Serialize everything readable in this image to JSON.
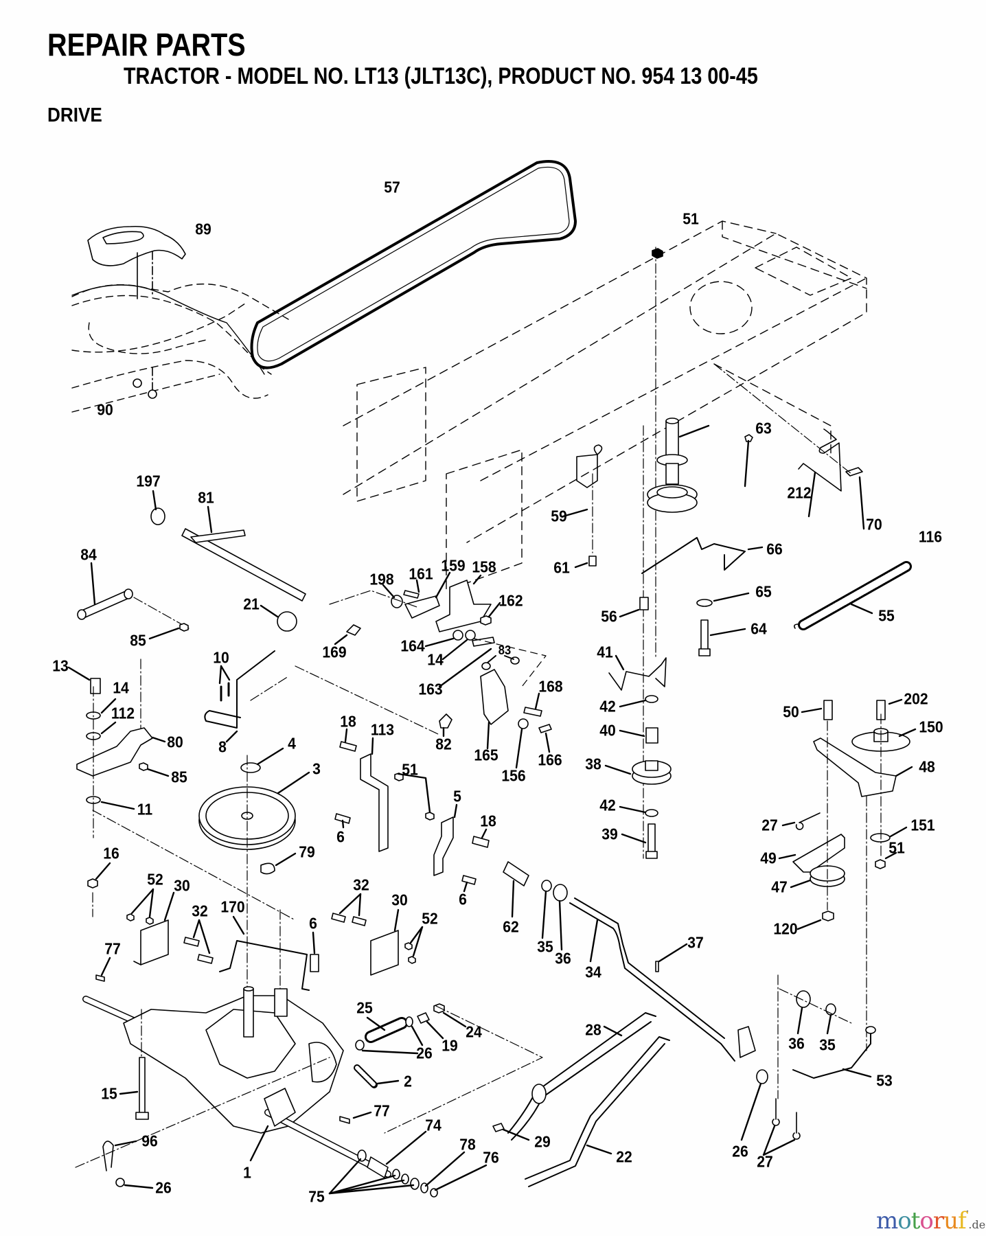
{
  "header": {
    "title": "REPAIR PARTS",
    "subtitle": "TRACTOR - MODEL NO. LT13 (JLT13C), PRODUCT NO. 954 13 00-45",
    "section": "DRIVE"
  },
  "watermark": {
    "letters": [
      {
        "ch": "m",
        "color": "#3d5ba9"
      },
      {
        "ch": "o",
        "color": "#3e8fa0"
      },
      {
        "ch": "t",
        "color": "#46a04a"
      },
      {
        "ch": "o",
        "color": "#d9508e"
      },
      {
        "ch": "r",
        "color": "#e0552a"
      },
      {
        "ch": "u",
        "color": "#e88a20"
      },
      {
        "ch": "f",
        "color": "#e8b820"
      }
    ],
    "suffix": ".de"
  },
  "callouts": [
    {
      "id": "57",
      "text": "57"
    },
    {
      "id": "89",
      "text": "89"
    },
    {
      "id": "51a",
      "text": "51"
    },
    {
      "id": "90",
      "text": "90"
    },
    {
      "id": "63",
      "text": "63"
    },
    {
      "id": "212",
      "text": "212"
    },
    {
      "id": "70",
      "text": "70"
    },
    {
      "id": "116",
      "text": "116"
    },
    {
      "id": "59",
      "text": "59"
    },
    {
      "id": "66",
      "text": "66"
    },
    {
      "id": "61",
      "text": "61"
    },
    {
      "id": "197",
      "text": "197"
    },
    {
      "id": "81",
      "text": "81"
    },
    {
      "id": "84",
      "text": "84"
    },
    {
      "id": "198",
      "text": "198"
    },
    {
      "id": "161",
      "text": "161"
    },
    {
      "id": "159",
      "text": "159"
    },
    {
      "id": "158",
      "text": "158"
    },
    {
      "id": "162",
      "text": "162"
    },
    {
      "id": "21",
      "text": "21"
    },
    {
      "id": "85a",
      "text": "85"
    },
    {
      "id": "169",
      "text": "169"
    },
    {
      "id": "164",
      "text": "164"
    },
    {
      "id": "14a",
      "text": "14"
    },
    {
      "id": "83",
      "text": "83"
    },
    {
      "id": "65",
      "text": "65"
    },
    {
      "id": "56",
      "text": "56"
    },
    {
      "id": "64",
      "text": "64"
    },
    {
      "id": "55",
      "text": "55"
    },
    {
      "id": "10",
      "text": "10"
    },
    {
      "id": "13",
      "text": "13"
    },
    {
      "id": "14b",
      "text": "14"
    },
    {
      "id": "41",
      "text": "41"
    },
    {
      "id": "163",
      "text": "163"
    },
    {
      "id": "168",
      "text": "168"
    },
    {
      "id": "42a",
      "text": "42"
    },
    {
      "id": "112",
      "text": "112"
    },
    {
      "id": "80",
      "text": "80"
    },
    {
      "id": "8",
      "text": "8"
    },
    {
      "id": "4",
      "text": "4"
    },
    {
      "id": "18a",
      "text": "18"
    },
    {
      "id": "113",
      "text": "113"
    },
    {
      "id": "82",
      "text": "82"
    },
    {
      "id": "165",
      "text": "165"
    },
    {
      "id": "156",
      "text": "156"
    },
    {
      "id": "166",
      "text": "166"
    },
    {
      "id": "40",
      "text": "40"
    },
    {
      "id": "38",
      "text": "38"
    },
    {
      "id": "50",
      "text": "50"
    },
    {
      "id": "202",
      "text": "202"
    },
    {
      "id": "150",
      "text": "150"
    },
    {
      "id": "48",
      "text": "48"
    },
    {
      "id": "3",
      "text": "3"
    },
    {
      "id": "85b",
      "text": "85"
    },
    {
      "id": "51b",
      "text": "51"
    },
    {
      "id": "5",
      "text": "5"
    },
    {
      "id": "18b",
      "text": "18"
    },
    {
      "id": "11",
      "text": "11"
    },
    {
      "id": "6a",
      "text": "6"
    },
    {
      "id": "42b",
      "text": "42"
    },
    {
      "id": "39",
      "text": "39"
    },
    {
      "id": "27a",
      "text": "27"
    },
    {
      "id": "151",
      "text": "151"
    },
    {
      "id": "51c",
      "text": "51"
    },
    {
      "id": "49",
      "text": "49"
    },
    {
      "id": "79",
      "text": "79"
    },
    {
      "id": "16",
      "text": "16"
    },
    {
      "id": "52a",
      "text": "52"
    },
    {
      "id": "30a",
      "text": "30"
    },
    {
      "id": "32a",
      "text": "32"
    },
    {
      "id": "170",
      "text": "170"
    },
    {
      "id": "6b",
      "text": "6"
    },
    {
      "id": "32b",
      "text": "32"
    },
    {
      "id": "30b",
      "text": "30"
    },
    {
      "id": "52b",
      "text": "52"
    },
    {
      "id": "6c",
      "text": "6"
    },
    {
      "id": "62",
      "text": "62"
    },
    {
      "id": "35a",
      "text": "35"
    },
    {
      "id": "36a",
      "text": "36"
    },
    {
      "id": "34",
      "text": "34"
    },
    {
      "id": "47",
      "text": "47"
    },
    {
      "id": "120",
      "text": "120"
    },
    {
      "id": "77a",
      "text": "77"
    },
    {
      "id": "37",
      "text": "37"
    },
    {
      "id": "25",
      "text": "25"
    },
    {
      "id": "24",
      "text": "24"
    },
    {
      "id": "19",
      "text": "19"
    },
    {
      "id": "26a",
      "text": "26"
    },
    {
      "id": "2",
      "text": "2"
    },
    {
      "id": "28",
      "text": "28"
    },
    {
      "id": "36b",
      "text": "36"
    },
    {
      "id": "35b",
      "text": "35"
    },
    {
      "id": "53",
      "text": "53"
    },
    {
      "id": "15",
      "text": "15"
    },
    {
      "id": "77b",
      "text": "77"
    },
    {
      "id": "1",
      "text": "1"
    },
    {
      "id": "74",
      "text": "74"
    },
    {
      "id": "29",
      "text": "29"
    },
    {
      "id": "22",
      "text": "22"
    },
    {
      "id": "26b",
      "text": "26"
    },
    {
      "id": "27b",
      "text": "27"
    },
    {
      "id": "96",
      "text": "96"
    },
    {
      "id": "78",
      "text": "78"
    },
    {
      "id": "76",
      "text": "76"
    },
    {
      "id": "26c",
      "text": "26"
    },
    {
      "id": "75",
      "text": "75"
    }
  ]
}
